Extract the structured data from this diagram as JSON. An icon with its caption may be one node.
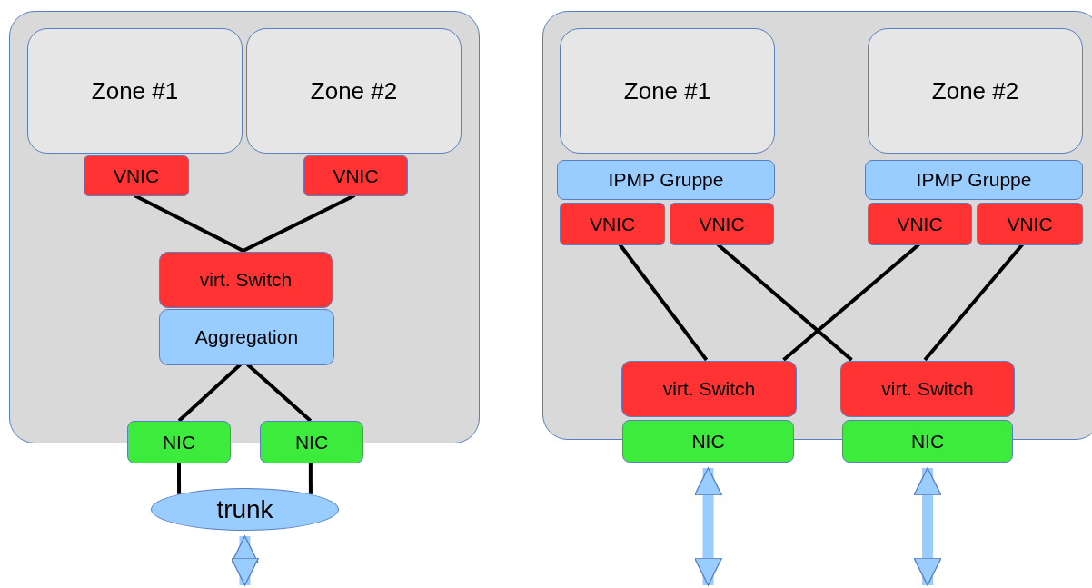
{
  "diagram": {
    "nodes": [
      {
        "text": [],
        "shape": "box"
      },
      {
        "text": [
          "Zone #1"
        ],
        "in": 0
      },
      {
        "text": [
          "Zone #2"
        ],
        "in": 0
      },
      {
        "text": [
          "VNIC"
        ],
        "in": 0
      },
      {
        "text": [
          "VNIC"
        ],
        "in": 0
      },
      {
        "text": [
          "virt. Switch"
        ],
        "in": 0
      },
      {
        "text": [
          "Aggregation"
        ],
        "in": 0
      },
      {
        "text": [
          "NIC"
        ]
      },
      {
        "text": [
          "NIC"
        ]
      },
      {
        "text": [
          "trunk"
        ]
      },
      {
        "text": [],
        "shape": "box"
      },
      {
        "text": [
          "Zone #1"
        ],
        "in": 10
      },
      {
        "text": [
          "Zone #2"
        ],
        "in": 10
      },
      {
        "text": [
          "IPMP Gruppe"
        ],
        "in": 10
      },
      {
        "text": [
          "IPMP Gruppe"
        ],
        "in": 10
      },
      {
        "text": [
          "VNIC"
        ],
        "in": 10
      },
      {
        "text": [
          "VNIC"
        ],
        "in": 10
      },
      {
        "text": [
          "VNIC"
        ],
        "in": 10
      },
      {
        "text": [
          "VNIC"
        ],
        "in": 10
      },
      {
        "text": [
          "virt. Switch"
        ],
        "in": 10
      },
      {
        "text": [
          "virt. Switch"
        ],
        "in": 10
      },
      {
        "text": [
          "NIC"
        ]
      },
      {
        "text": [
          "NIC"
        ]
      }
    ],
    "edges": [
      {
        "from": 3,
        "to": 5,
        "arrow": "none"
      },
      {
        "from": 4,
        "to": 5,
        "arrow": "none"
      },
      {
        "from": 6,
        "to": 7,
        "arrow": "none"
      },
      {
        "from": 6,
        "to": 8,
        "arrow": "none"
      },
      {
        "from": 7,
        "to": 9,
        "arrow": "none"
      },
      {
        "from": 8,
        "to": 9,
        "arrow": "none"
      },
      {
        "from": 9,
        "to": null,
        "arrow": "both",
        "style": "thick",
        "color": "#99ccff"
      },
      {
        "from": 15,
        "to": 19,
        "arrow": "none"
      },
      {
        "from": 16,
        "to": 20,
        "arrow": "none"
      },
      {
        "from": 17,
        "to": 19,
        "arrow": "none"
      },
      {
        "from": 18,
        "to": 20,
        "arrow": "none"
      },
      {
        "from": 21,
        "to": null,
        "arrow": "both",
        "style": "thick",
        "color": "#99ccff"
      },
      {
        "from": 22,
        "to": null,
        "arrow": "both",
        "style": "thick",
        "color": "#99ccff"
      }
    ]
  }
}
